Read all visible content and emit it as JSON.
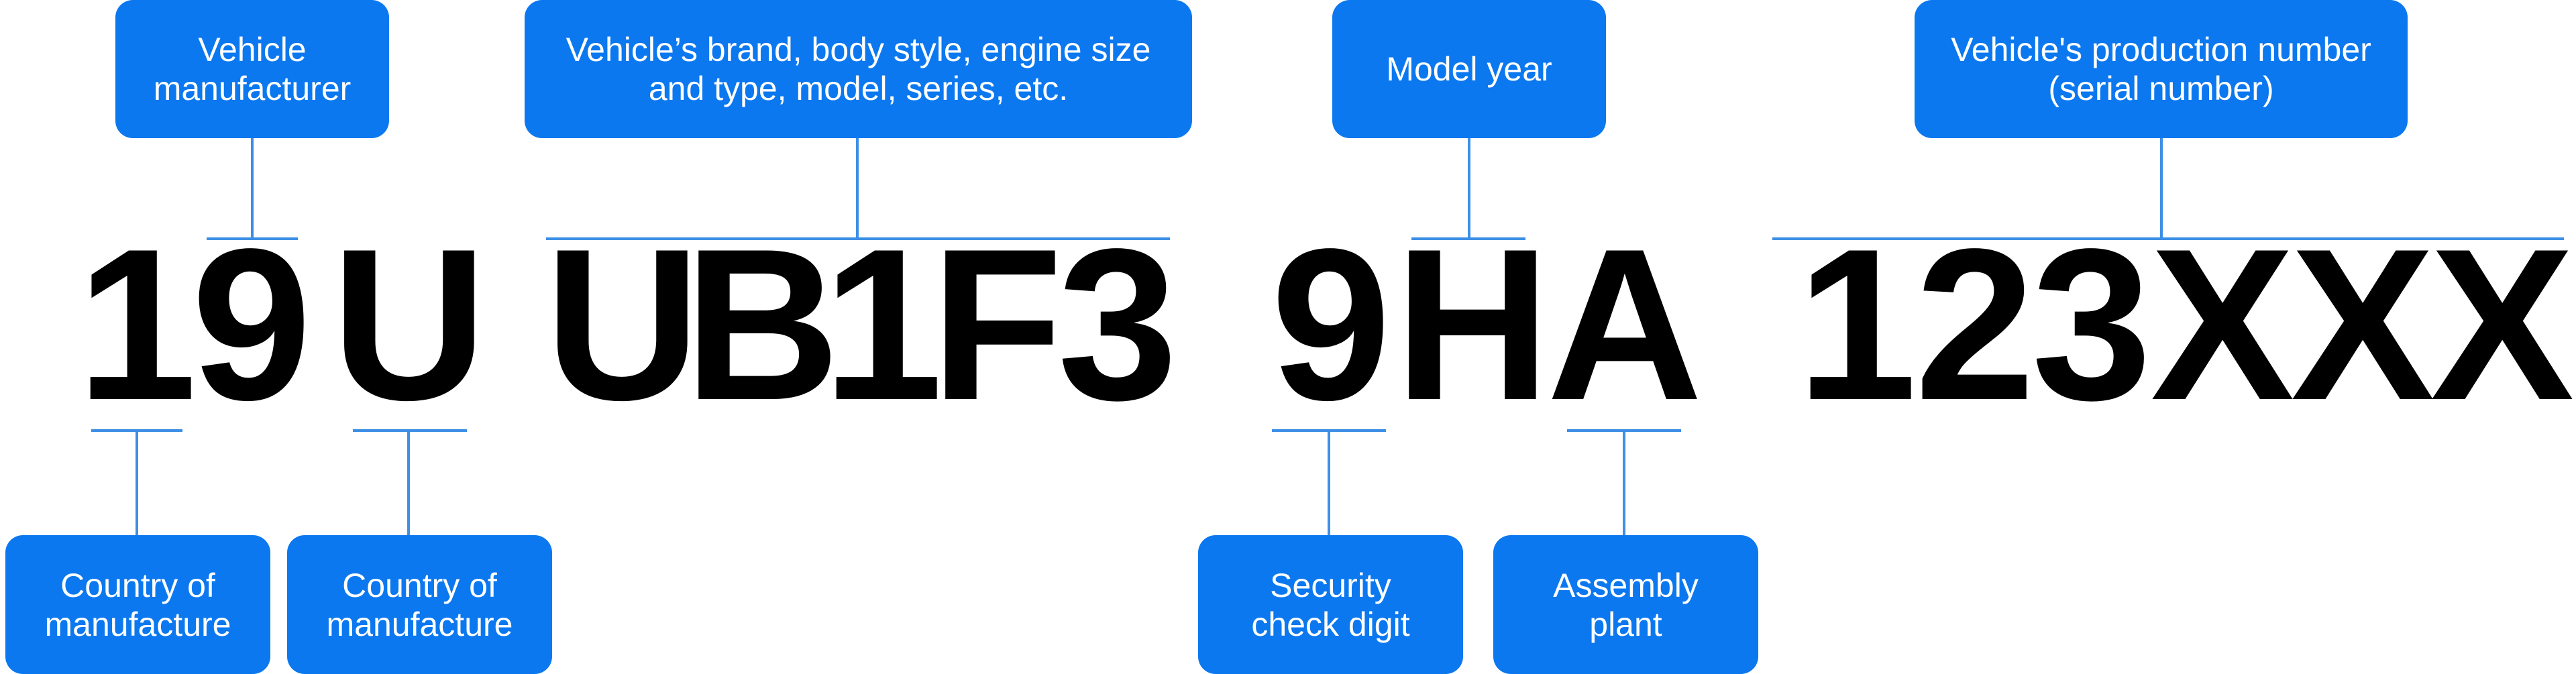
{
  "vin_groups": [
    {
      "text": "19U",
      "chars": [
        "1",
        "9",
        "U"
      ]
    },
    {
      "text": "UB1F3",
      "chars": [
        "U",
        "B",
        "1",
        "F",
        "3"
      ]
    },
    {
      "text": "9HA",
      "chars": [
        "9",
        "H",
        "A"
      ]
    },
    {
      "text": "123XXX",
      "chars": [
        "1",
        "2",
        "3",
        "X",
        "X",
        "X"
      ]
    }
  ],
  "labels": {
    "vehicle_manufacturer": "Vehicle\nmanufacturer",
    "vehicle_attributes": "Vehicle’s brand, body style, engine size\nand type, model, series, etc.",
    "model_year": "Model year",
    "production_number": "Vehicle's production number\n(serial number)",
    "country_1": "Country of\nmanufacture",
    "country_2": "Country of\nmanufacture",
    "security_check_digit": "Security\ncheck digit",
    "assembly_plant": "Assembly\nplant"
  },
  "colors": {
    "box_fill": "#0b78f0",
    "box_text": "#ffffff",
    "connector": "#3d8fe6",
    "vin_text": "#000000"
  }
}
